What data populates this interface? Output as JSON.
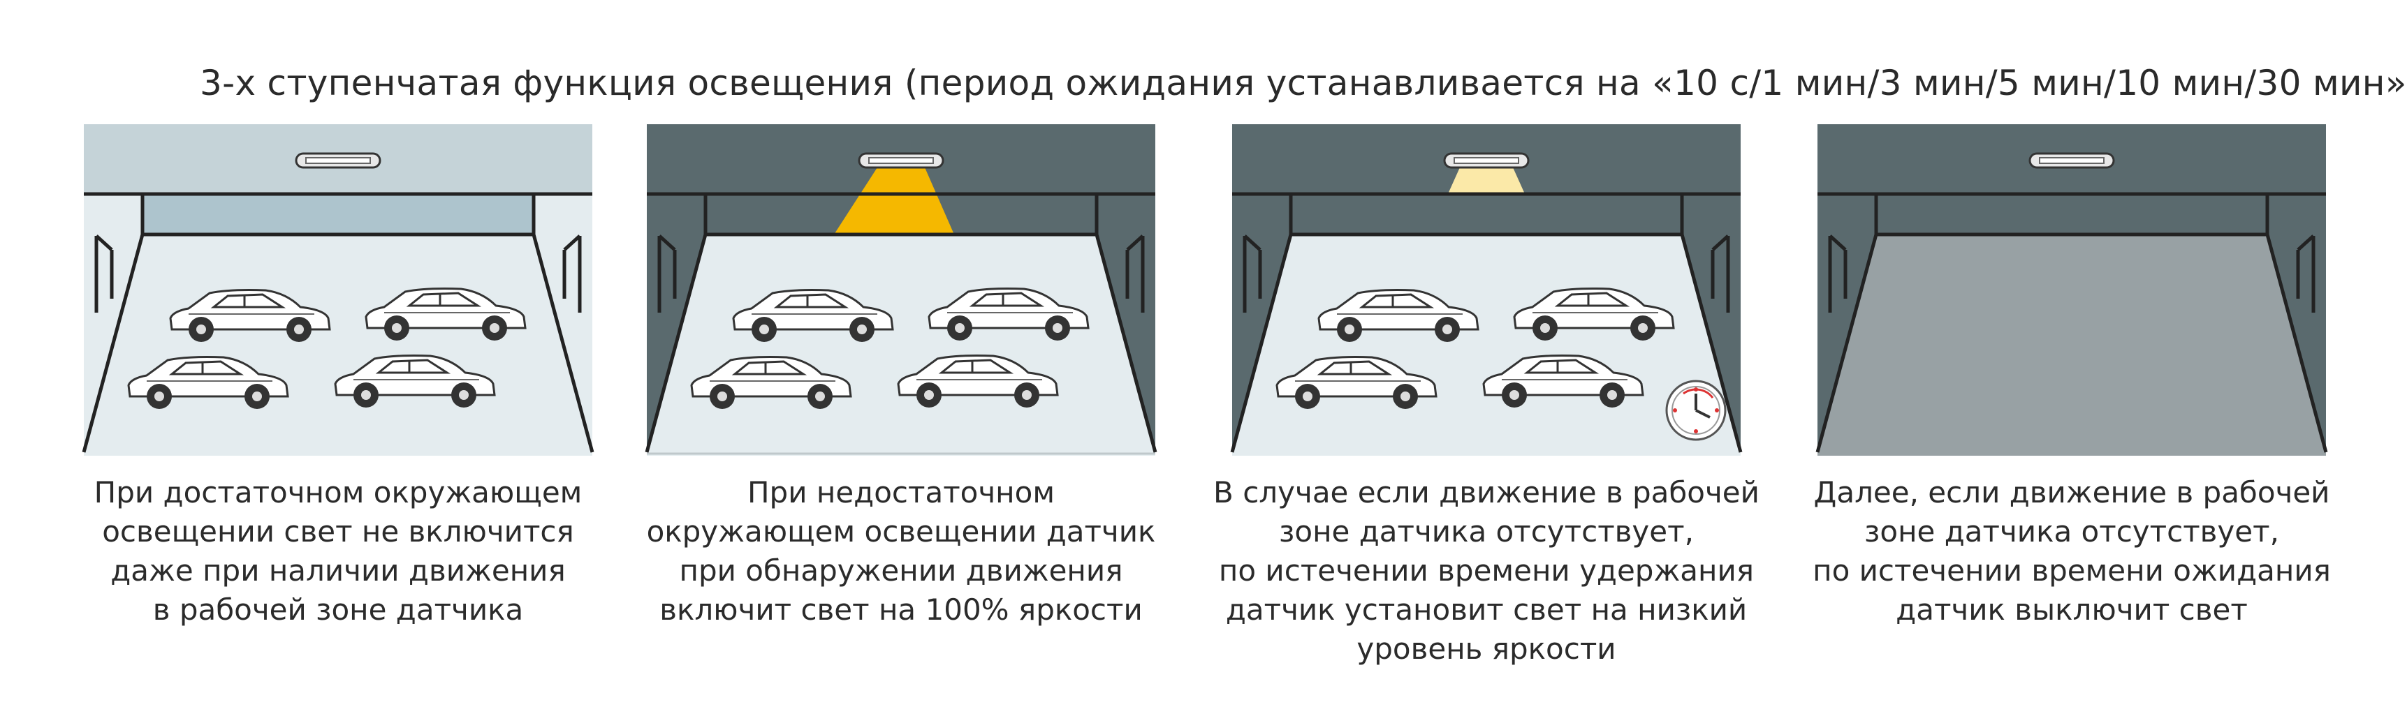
{
  "title": "3-х ступенчатая функция освещения (период ожидания устанавливается на «10 с/1 мин/3 мин/5 мин/10 мин/30 мин»",
  "colors": {
    "light_ceiling": "#c5d3d8",
    "light_back_wall": "#adc4cd",
    "light_floor": "#e4ecef",
    "dark_ceiling": "#5a6a6e",
    "dark_floor_off": "#98a1a4",
    "beam_full": "#f5b800",
    "beam_low": "#fbe9a8",
    "wall_stroke": "#222222",
    "car_body": "#ffffff",
    "car_stroke": "#333333"
  },
  "icons": {
    "lamp": "ceiling-tube-lamp-icon",
    "car": "car-icon",
    "timer": "clock-timer-icon"
  },
  "panels": [
    {
      "state": "ambient-sufficient",
      "beam": "none",
      "cars": true,
      "timer": false,
      "caption": [
        "При достаточном окружающем",
        "освещении свет не включится",
        "даже при наличии движения",
        "в рабочей зоне датчика"
      ]
    },
    {
      "state": "motion-full-brightness",
      "beam": "full",
      "cars": true,
      "timer": false,
      "caption": [
        "При недостаточном",
        "окружающем освещении датчик",
        "при обнаружении движения",
        "включит свет на 100% яркости"
      ]
    },
    {
      "state": "hold-low-brightness",
      "beam": "low",
      "cars": true,
      "timer": true,
      "caption": [
        "В случае если движение в рабочей",
        "зоне датчика отсутствует,",
        "по истечении времени удержания",
        "датчик установит свет на низкий",
        "уровень яркости"
      ]
    },
    {
      "state": "off",
      "beam": "none",
      "cars": false,
      "timer": false,
      "caption": [
        "Далее, если движение в рабочей",
        "зоне датчика отсутствует,",
        "по истечении времени ожидания",
        "датчик выключит свет"
      ]
    }
  ]
}
